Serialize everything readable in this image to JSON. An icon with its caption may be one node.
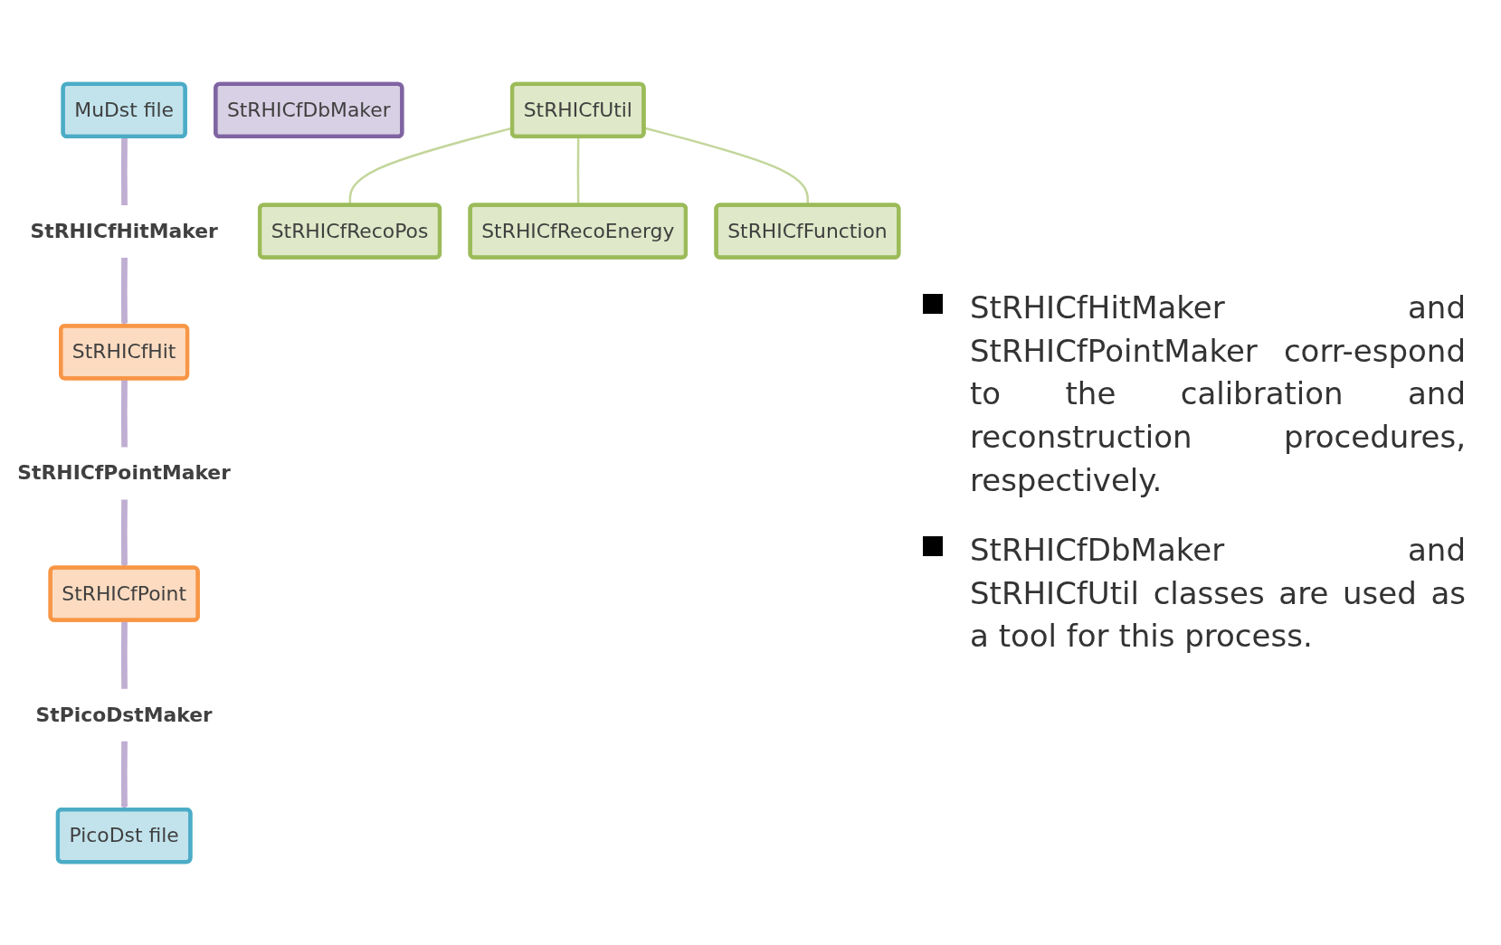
{
  "diagram": {
    "nodes": [
      {
        "text": [
          "MuDst file"
        ]
      },
      {
        "text": [
          "StRHICfHitMaker"
        ]
      },
      {
        "text": [
          "StRHICfHit"
        ]
      },
      {
        "text": [
          "StRHICfPointMaker"
        ]
      },
      {
        "text": [
          "StRHICfPoint"
        ]
      },
      {
        "text": [
          "StPicoDstMaker"
        ]
      },
      {
        "text": [
          "PicoDst file"
        ]
      },
      {
        "text": [
          "StRHICfDbMaker"
        ]
      },
      {
        "text": [
          "StRHICfUtil"
        ]
      },
      {
        "text": [
          "StRHICfRecoPos"
        ]
      },
      {
        "text": [
          "StRHICfRecoEnergy"
        ]
      },
      {
        "text": [
          "StRHICfFunction"
        ]
      }
    ],
    "edges": [
      {
        "from": 0,
        "to": 1,
        "arrow": "none"
      },
      {
        "from": 1,
        "to": 2,
        "arrow": "to"
      },
      {
        "from": 2,
        "to": 3,
        "arrow": "none"
      },
      {
        "from": 3,
        "to": 4,
        "arrow": "to"
      },
      {
        "from": 4,
        "to": 5,
        "arrow": "none"
      },
      {
        "from": 5,
        "to": 6,
        "arrow": "to"
      },
      {
        "from": 8,
        "to": 9,
        "arrow": "none",
        "color": "#c3d69b"
      },
      {
        "from": 8,
        "to": 10,
        "arrow": "none",
        "color": "#c3d69b"
      },
      {
        "from": 8,
        "to": 11,
        "arrow": "none",
        "color": "#c3d69b"
      }
    ],
    "labels": [
      "StRHICfHitMaker and StRHICfPointMaker corr-espond to the calibration and reconstruction procedures, respectively.",
      "StRHICfDbMaker and StRHICfUtil classes are used as a tool for this process."
    ]
  }
}
